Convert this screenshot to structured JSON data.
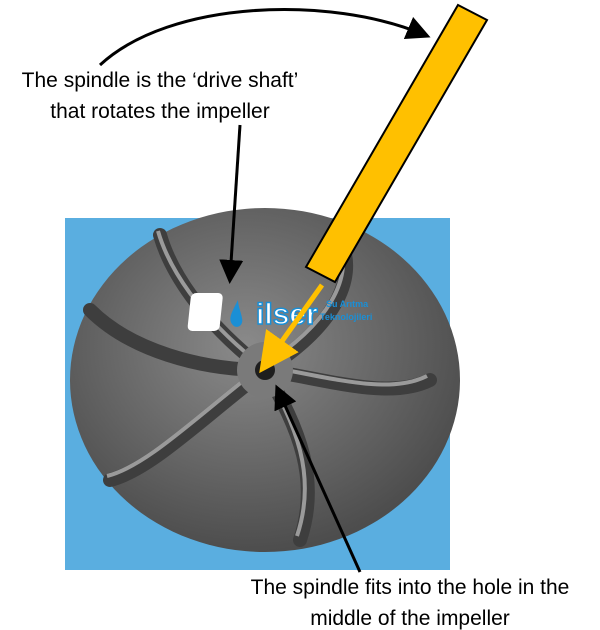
{
  "labels": {
    "top_line1": "The spindle is the ‘drive shaft’",
    "top_line2": "that rotates the impeller",
    "bottom_line1": "The spindle fits into the hole in the",
    "bottom_line2": "middle of the impeller"
  },
  "logo": {
    "brand": "ilser",
    "tagline1": "Su Arıtma",
    "tagline2": "Teknolojileri"
  },
  "colors": {
    "background_photo": "#5aaee0",
    "pencil": "#ffc000",
    "arrow_orange": "#ffc000",
    "impeller": "#6b6b6b"
  }
}
